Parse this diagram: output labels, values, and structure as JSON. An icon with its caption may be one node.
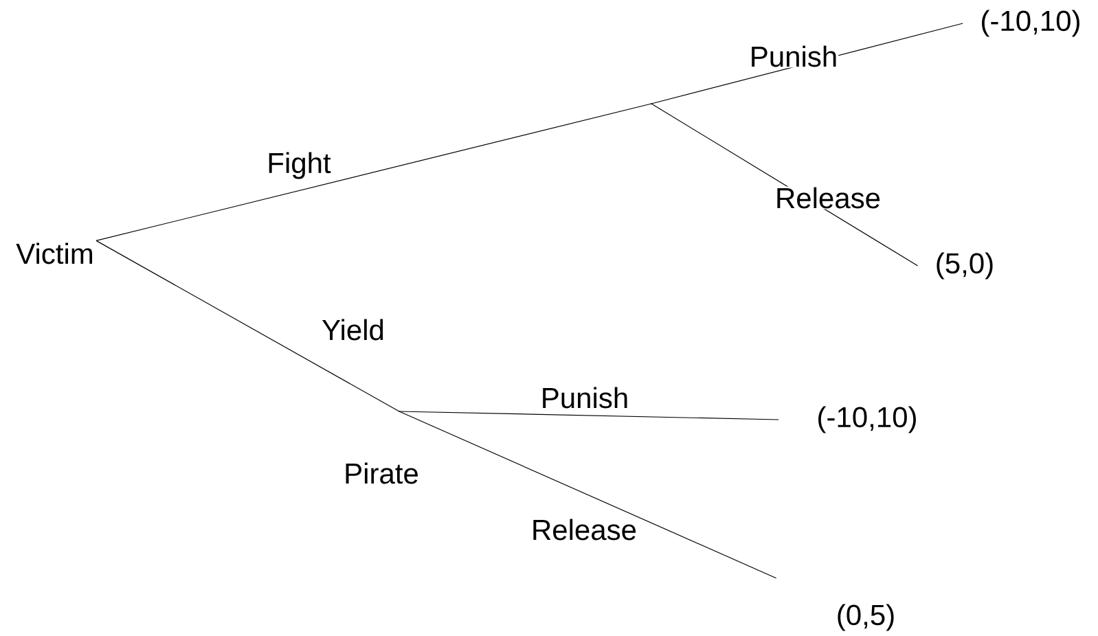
{
  "diagram": {
    "nodes": [
      {
        "text": [
          "Victim"
        ]
      },
      {
        "text": [],
        "shape": "point"
      },
      {
        "text": [
          "(-10,10)"
        ]
      },
      {
        "text": [
          "(5,0)"
        ]
      },
      {
        "text": [],
        "shape": "point",
        "beside": [
          "Pirate"
        ]
      },
      {
        "text": [
          "(-10,10)"
        ]
      },
      {
        "text": [
          "(0,5)"
        ]
      }
    ],
    "edges": [
      {
        "from": 0,
        "to": 1,
        "arrow": "none",
        "label": "Fight"
      },
      {
        "from": 1,
        "to": 2,
        "arrow": "none",
        "label": "Punish"
      },
      {
        "from": 1,
        "to": 3,
        "arrow": "none",
        "label": "Release"
      },
      {
        "from": 0,
        "to": 4,
        "arrow": "none",
        "label": "Yield"
      },
      {
        "from": 4,
        "to": 5,
        "arrow": "none",
        "label": "Punish"
      },
      {
        "from": 4,
        "to": 6,
        "arrow": "none",
        "label": "Release"
      }
    ]
  }
}
